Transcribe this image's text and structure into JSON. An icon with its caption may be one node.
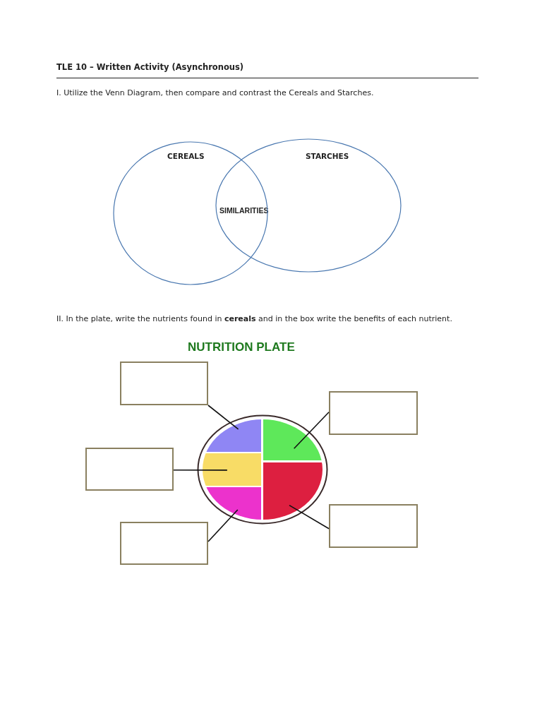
{
  "diagram": {
    "title": "TLE 10 – Written Activity (Asynchronous)",
    "nodes": [
      {
        "text": [
          "CEREALS"
        ]
      },
      {
        "text": [
          "STARCHES"
        ]
      },
      {
        "text": [],
        "shape": "circle"
      },
      {
        "text": [],
        "shape": "wedge",
        "in": 2
      },
      {
        "text": [],
        "shape": "wedge",
        "in": 2
      },
      {
        "text": [],
        "shape": "wedge",
        "in": 2
      },
      {
        "text": [],
        "shape": "wedge",
        "in": 2
      },
      {
        "text": [],
        "shape": "wedge",
        "in": 2
      },
      {
        "text": [],
        "shape": "box"
      },
      {
        "text": [],
        "shape": "box"
      },
      {
        "text": [],
        "shape": "box"
      },
      {
        "text": [],
        "shape": "box"
      },
      {
        "text": [],
        "shape": "box"
      }
    ],
    "edges": [
      {
        "from": 8,
        "to": 3,
        "arrow": "none"
      },
      {
        "from": 9,
        "to": 4,
        "arrow": "none"
      },
      {
        "from": 10,
        "to": 5,
        "arrow": "none"
      },
      {
        "from": 11,
        "to": 7,
        "arrow": "none"
      },
      {
        "from": 12,
        "to": 6,
        "arrow": "none"
      }
    ],
    "labels": [
      "I. Utilize the Venn Diagram, then compare and contrast the Cereals and Starches.",
      "SIMILARITIES",
      "II. In the plate, write the nutrients found in **cereals** and in the box write the benefits of each nutrient.",
      "NUTRITION PLATE"
    ]
  }
}
